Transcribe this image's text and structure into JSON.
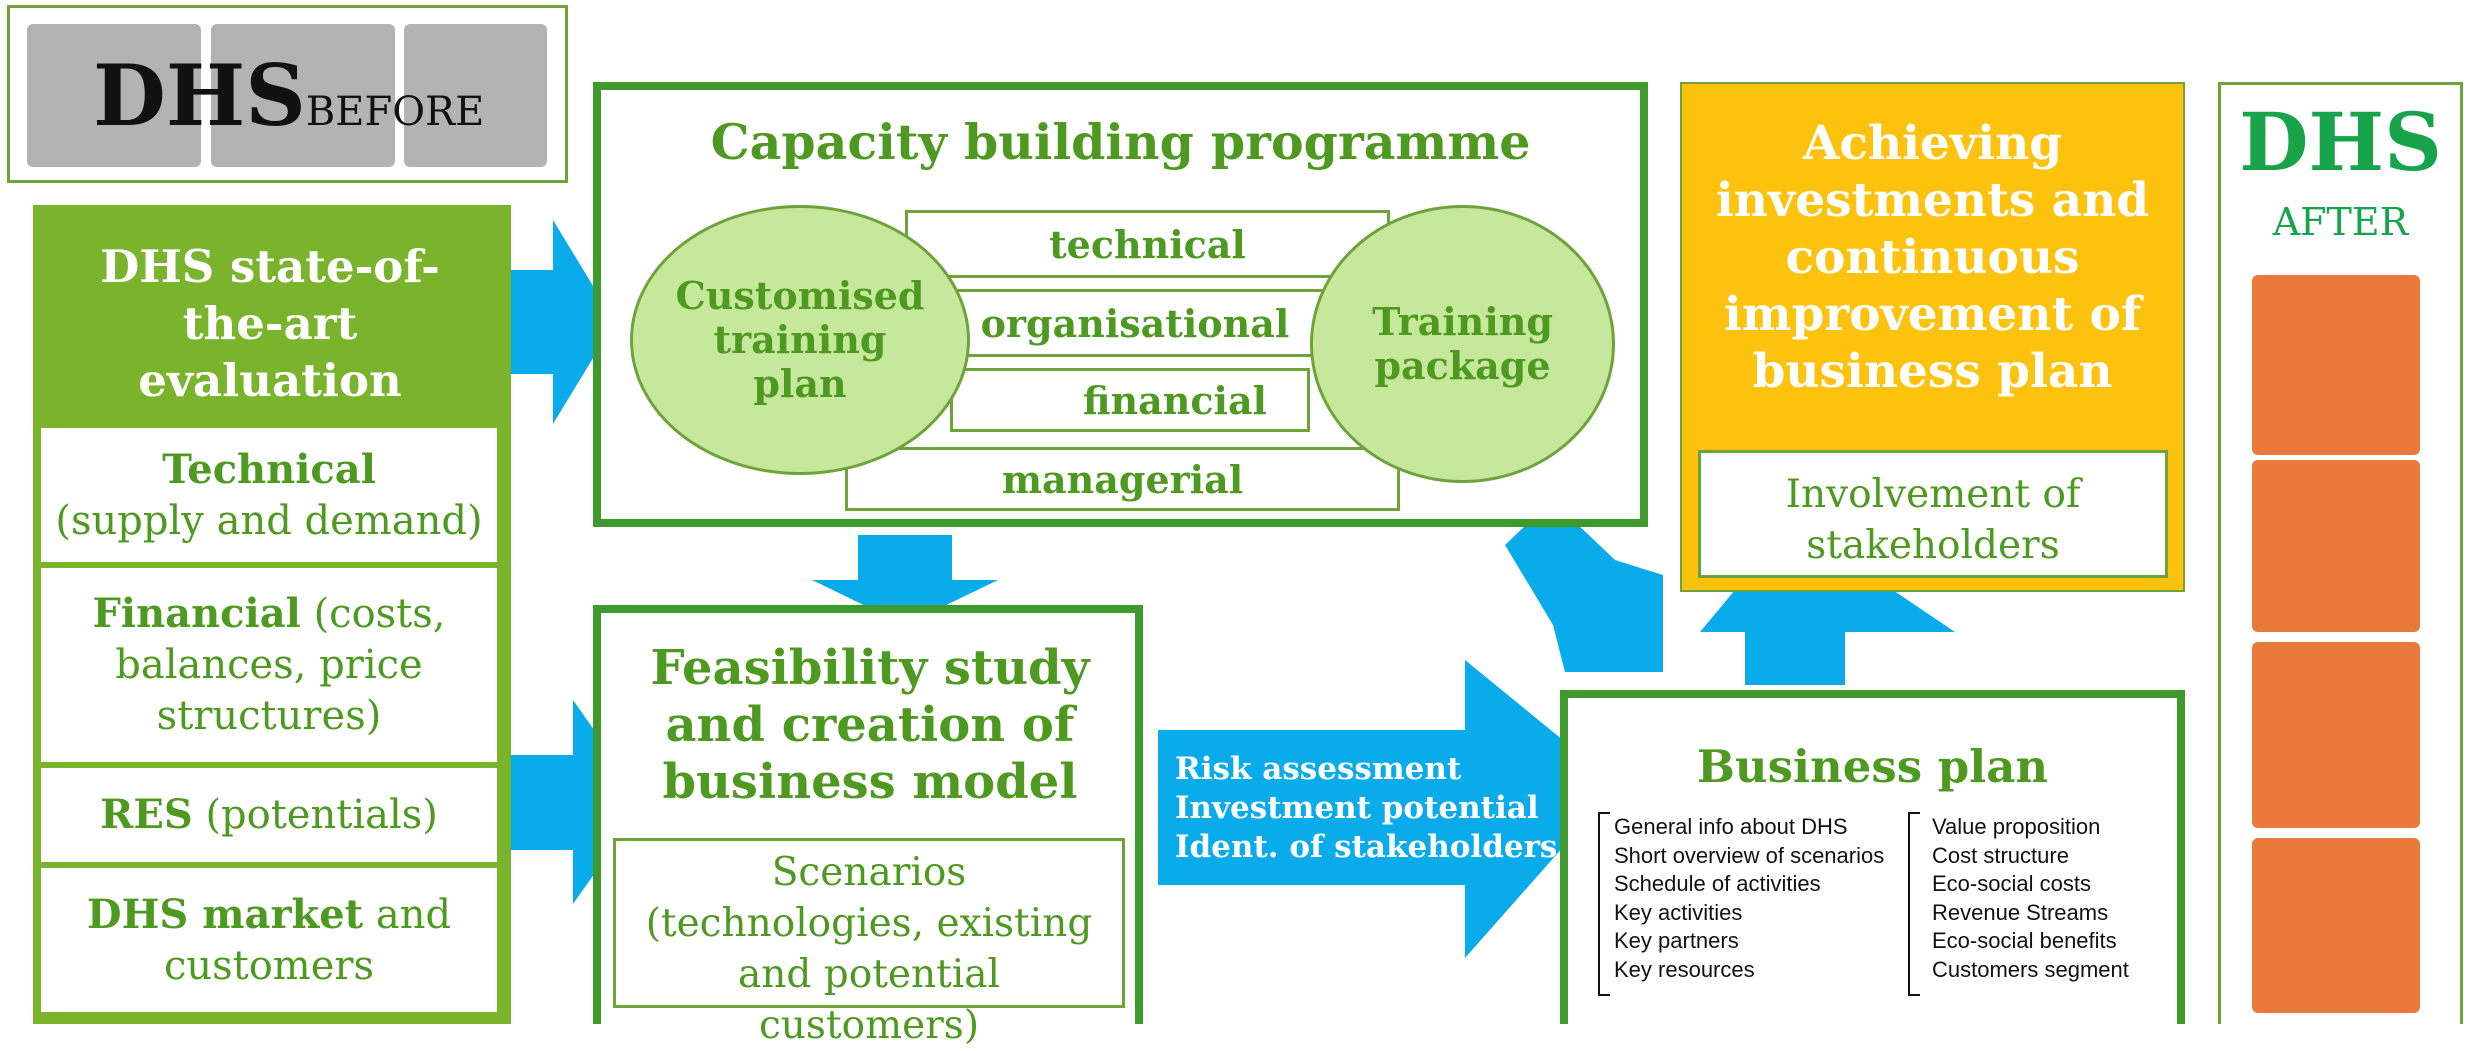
{
  "colors": {
    "green_dark": "#4e9a21",
    "green_box": "#7ab42d",
    "green_fill": "#c6e89c",
    "blue_arrow": "#0aabea",
    "orange": "#fcc20e",
    "icon_orange": "#ea7a3c",
    "dhs_after_green": "#16a34a"
  },
  "before": {
    "title": "DHS",
    "subtitle": "BEFORE",
    "icons": [
      "furnace-icon",
      "coal-stove-icon",
      "gas-bottle-icon"
    ]
  },
  "left_panel": {
    "header": "DHS state-of-the-art evaluation",
    "cells": [
      {
        "bold": "Technical",
        "rest": "(supply and demand)"
      },
      {
        "bold": "Financial",
        "rest": "(costs, balances, price structures)"
      },
      {
        "bold": "RES",
        "rest": "(potentials)"
      },
      {
        "bold": "DHS market",
        "rest": "and customers"
      }
    ]
  },
  "capacity": {
    "title": "Capacity building programme",
    "left_ellipse": "Customised training plan",
    "right_ellipse": "Training package",
    "bars": [
      "technical",
      "organisational",
      "financial",
      "managerial"
    ]
  },
  "feasibility": {
    "title": "Feasibility study and creation of business model",
    "sub": "Scenarios (technologies, existing and potential customers)"
  },
  "risk_arrow": {
    "lines": [
      "Risk assessment",
      "Investment potential",
      "Ident. of stakeholders"
    ]
  },
  "business_plan": {
    "title": "Business plan",
    "left_items": [
      "General info about DHS",
      "Short overview of scenarios",
      "Schedule of activities",
      "Key activities",
      "Key partners",
      "Key resources"
    ],
    "right_items": [
      "Value proposition",
      "Cost structure",
      "Eco-social costs",
      "Revenue Streams",
      "Eco-social benefits",
      "Customers segment"
    ]
  },
  "achieving": {
    "title": "Achieving investments and continuous improvement of business plan",
    "sub": "Involvement  of stakeholders"
  },
  "after": {
    "title": "DHS",
    "subtitle": "AFTER",
    "icons": [
      "district-heating-plant-icon",
      "heat-exchanger-icon",
      "radiator-icon",
      "biomass-wood-icon"
    ]
  }
}
